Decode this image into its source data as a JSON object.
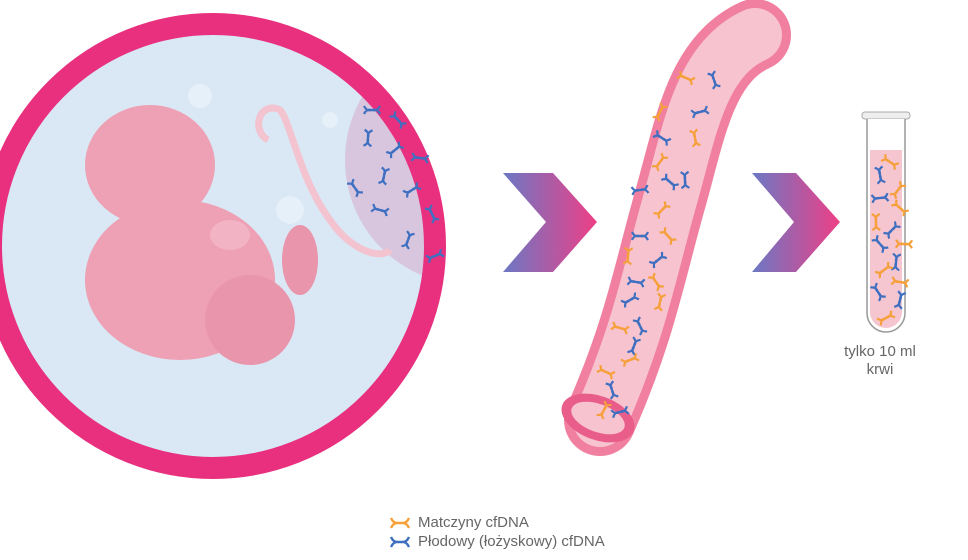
{
  "tube_caption": {
    "line1": "tylko 10 ml",
    "line2": "krwi"
  },
  "legend": [
    {
      "label": "Matczyny cfDNA",
      "color": "#f5a03a",
      "icon": "dna-orange-icon"
    },
    {
      "label": "Płodowy (łożyskowy) cfDNA",
      "color": "#3f6fc0",
      "icon": "dna-blue-icon"
    }
  ],
  "colors": {
    "ring": "#e8307e",
    "womb": "#d9e8f4",
    "vessel": "#f07fa0",
    "vessel_inner": "#f7c3cf",
    "blood": "#f6c6d0",
    "fetus": "#eea0b4"
  }
}
